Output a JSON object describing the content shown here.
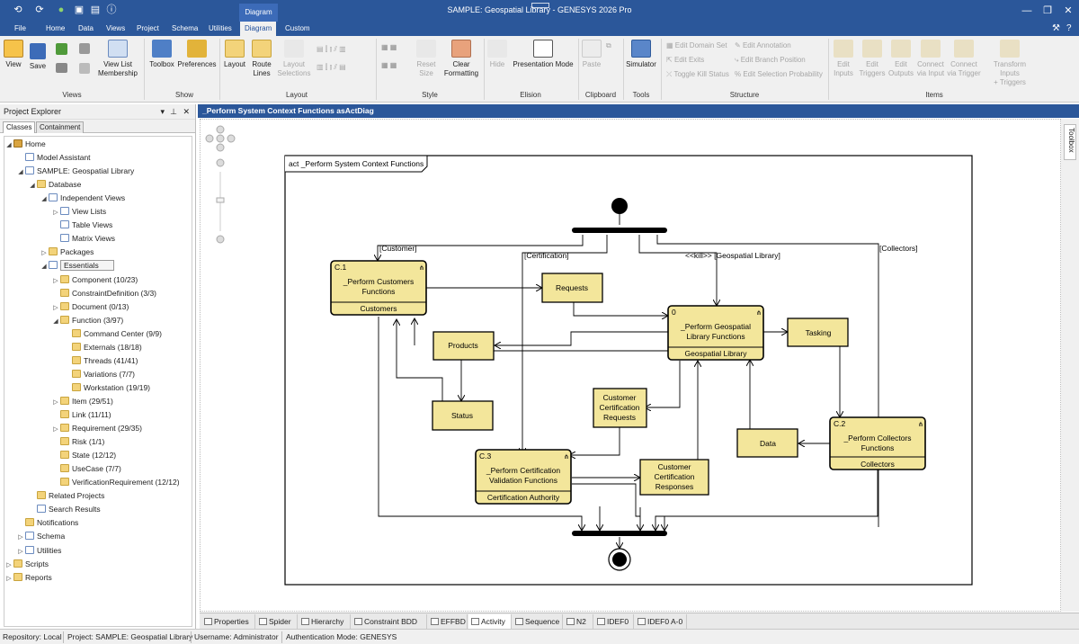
{
  "window": {
    "title": "SAMPLE: Geospatial Library - GENESYS 2026 Pro",
    "context_tab": "Diagram"
  },
  "tabs": [
    "File",
    "Home",
    "Data",
    "Views",
    "Project",
    "Schema",
    "Utilities",
    "Diagram",
    "Custom"
  ],
  "ribbon": {
    "views": {
      "view": "View",
      "save": "Save",
      "view_list": "View List\nMembership",
      "group": "Views"
    },
    "show": {
      "toolbox": "Toolbox",
      "preferences": "Preferences",
      "group": "Show"
    },
    "layout": {
      "layout": "Layout",
      "route_lines": "Route\nLines",
      "layout_selections": "Layout\nSelections",
      "group": "Layout"
    },
    "style": {
      "reset_size": "Reset\nSize",
      "clear_formatting": "Clear\nFormatting",
      "group": "Style"
    },
    "elision": {
      "hide": "Hide",
      "presentation_mode": "Presentation Mode",
      "group": "Elision"
    },
    "clipboard": {
      "paste": "Paste",
      "group": "Clipboard"
    },
    "tools": {
      "simulator": "Simulator",
      "group": "Tools"
    },
    "structure": {
      "edit_domain_set": "Edit Domain Set",
      "edit_exits": "Edit Exits",
      "toggle_kill": "Toggle Kill Status",
      "edit_annotation": "Edit Annotation",
      "edit_branch_position": "Edit Branch Position",
      "edit_selection_probability": "Edit Selection Probability",
      "group": "Structure"
    },
    "items": {
      "edit_inputs": "Edit\nInputs",
      "edit_triggers": "Edit\nTriggers",
      "edit_outputs": "Edit\nOutputs",
      "connect_via_input": "Connect\nvia Input",
      "connect_via_trigger": "Connect\nvia Trigger",
      "transform_inputs": "Transform Inputs\n+ Triggers",
      "group": "Items"
    }
  },
  "explorer": {
    "title": "Project Explorer",
    "tabs": [
      "Classes",
      "Containment"
    ],
    "tree": [
      {
        "label": "Home",
        "depth": 0,
        "arrow": "open",
        "icon": "home"
      },
      {
        "label": "Model Assistant",
        "depth": 1,
        "arrow": "",
        "icon": "tool"
      },
      {
        "label": "SAMPLE: Geospatial Library",
        "depth": 1,
        "arrow": "open",
        "icon": "db"
      },
      {
        "label": "Database",
        "depth": 2,
        "arrow": "open",
        "icon": "folder"
      },
      {
        "label": "Independent Views",
        "depth": 3,
        "arrow": "open",
        "icon": "doc"
      },
      {
        "label": "View Lists",
        "depth": 4,
        "arrow": "closed",
        "icon": "doc"
      },
      {
        "label": "Table Views",
        "depth": 4,
        "arrow": "",
        "icon": "doc"
      },
      {
        "label": "Matrix Views",
        "depth": 4,
        "arrow": "",
        "icon": "doc"
      },
      {
        "label": "Packages",
        "depth": 3,
        "arrow": "closed",
        "icon": "folder"
      },
      {
        "label": "Essentials",
        "depth": 3,
        "arrow": "open",
        "icon": "doc"
      },
      {
        "label": "Component  (10/23)",
        "depth": 4,
        "arrow": "closed",
        "icon": "folder"
      },
      {
        "label": "ConstraintDefinition  (3/3)",
        "depth": 4,
        "arrow": "",
        "icon": "folder"
      },
      {
        "label": "Document  (0/13)",
        "depth": 4,
        "arrow": "closed",
        "icon": "folder"
      },
      {
        "label": "Function  (3/97)",
        "depth": 4,
        "arrow": "open",
        "icon": "folder"
      },
      {
        "label": "Command Center  (9/9)",
        "depth": 5,
        "arrow": "",
        "icon": "folder"
      },
      {
        "label": "Externals  (18/18)",
        "depth": 5,
        "arrow": "",
        "icon": "folder"
      },
      {
        "label": "Threads  (41/41)",
        "depth": 5,
        "arrow": "",
        "icon": "folder"
      },
      {
        "label": "Variations  (7/7)",
        "depth": 5,
        "arrow": "",
        "icon": "folder"
      },
      {
        "label": "Workstation  (19/19)",
        "depth": 5,
        "arrow": "",
        "icon": "folder"
      },
      {
        "label": "Item  (29/51)",
        "depth": 4,
        "arrow": "closed",
        "icon": "folder"
      },
      {
        "label": "Link  (11/11)",
        "depth": 4,
        "arrow": "",
        "icon": "folder"
      },
      {
        "label": "Requirement  (29/35)",
        "depth": 4,
        "arrow": "closed",
        "icon": "folder"
      },
      {
        "label": "Risk  (1/1)",
        "depth": 4,
        "arrow": "",
        "icon": "folder"
      },
      {
        "label": "State  (12/12)",
        "depth": 4,
        "arrow": "",
        "icon": "folder"
      },
      {
        "label": "UseCase  (7/7)",
        "depth": 4,
        "arrow": "",
        "icon": "folder"
      },
      {
        "label": "VerificationRequirement  (12/12)",
        "depth": 4,
        "arrow": "",
        "icon": "folder"
      },
      {
        "label": "Related Projects",
        "depth": 2,
        "arrow": "",
        "icon": "folder"
      },
      {
        "label": "Search Results",
        "depth": 2,
        "arrow": "",
        "icon": "doc"
      },
      {
        "label": "Notifications",
        "depth": 1,
        "arrow": "",
        "icon": "bell"
      },
      {
        "label": "Schema",
        "depth": 1,
        "arrow": "closed",
        "icon": "doc"
      },
      {
        "label": "Utilities",
        "depth": 1,
        "arrow": "closed",
        "icon": "tool"
      },
      {
        "label": "Scripts",
        "depth": 0,
        "arrow": "closed",
        "icon": "folder"
      },
      {
        "label": "Reports",
        "depth": 0,
        "arrow": "closed",
        "icon": "folder"
      }
    ]
  },
  "document": {
    "title": "_Perform System Context Functions asActDiag",
    "toolbox_label": "Toolbox"
  },
  "diagram": {
    "frame_label": "act _Perform System Context Functions",
    "customers": {
      "id": "C.1",
      "name": "_Perform Customers\nFunctions",
      "performer": "Customers"
    },
    "geospatial": {
      "id": "0",
      "name": "_Perform Geospatial\nLibrary Functions",
      "performer": "Geospatial Library"
    },
    "collectors": {
      "id": "C.2",
      "name": "_Perform Collectors\nFunctions",
      "performer": "Collectors"
    },
    "certification": {
      "id": "C.3",
      "name": "_Perform Certification\nValidation Functions",
      "performer": "Certification Authority"
    },
    "items": {
      "requests": "Requests",
      "products": "Products",
      "tasking": "Tasking",
      "status": "Status",
      "cert_requests": "Customer\nCertification\nRequests",
      "data": "Data",
      "cert_responses": "Customer\nCertification\nResponses"
    },
    "labels": {
      "customer": "[Customer]",
      "certification": "[Certification]",
      "geospatial": "<<kill>> [Geospatial Library]",
      "collectors": "[Collectors]"
    },
    "colors": {
      "function_fill": "#f3e69b",
      "item_fill": "#f3e69b",
      "stroke": "#000000"
    }
  },
  "bottom_tabs": [
    "Properties",
    "Spider",
    "Hierarchy",
    "Constraint BDD",
    "EFFBD",
    "Activity",
    "Sequence",
    "N2",
    "IDEF0",
    "IDEF0 A-0"
  ],
  "bottom_active": "Activity",
  "status": {
    "repository": "Repository: Local",
    "project": "Project: SAMPLE: Geospatial Library",
    "username": "Username: Administrator",
    "auth": "Authentication Mode: GENESYS"
  }
}
